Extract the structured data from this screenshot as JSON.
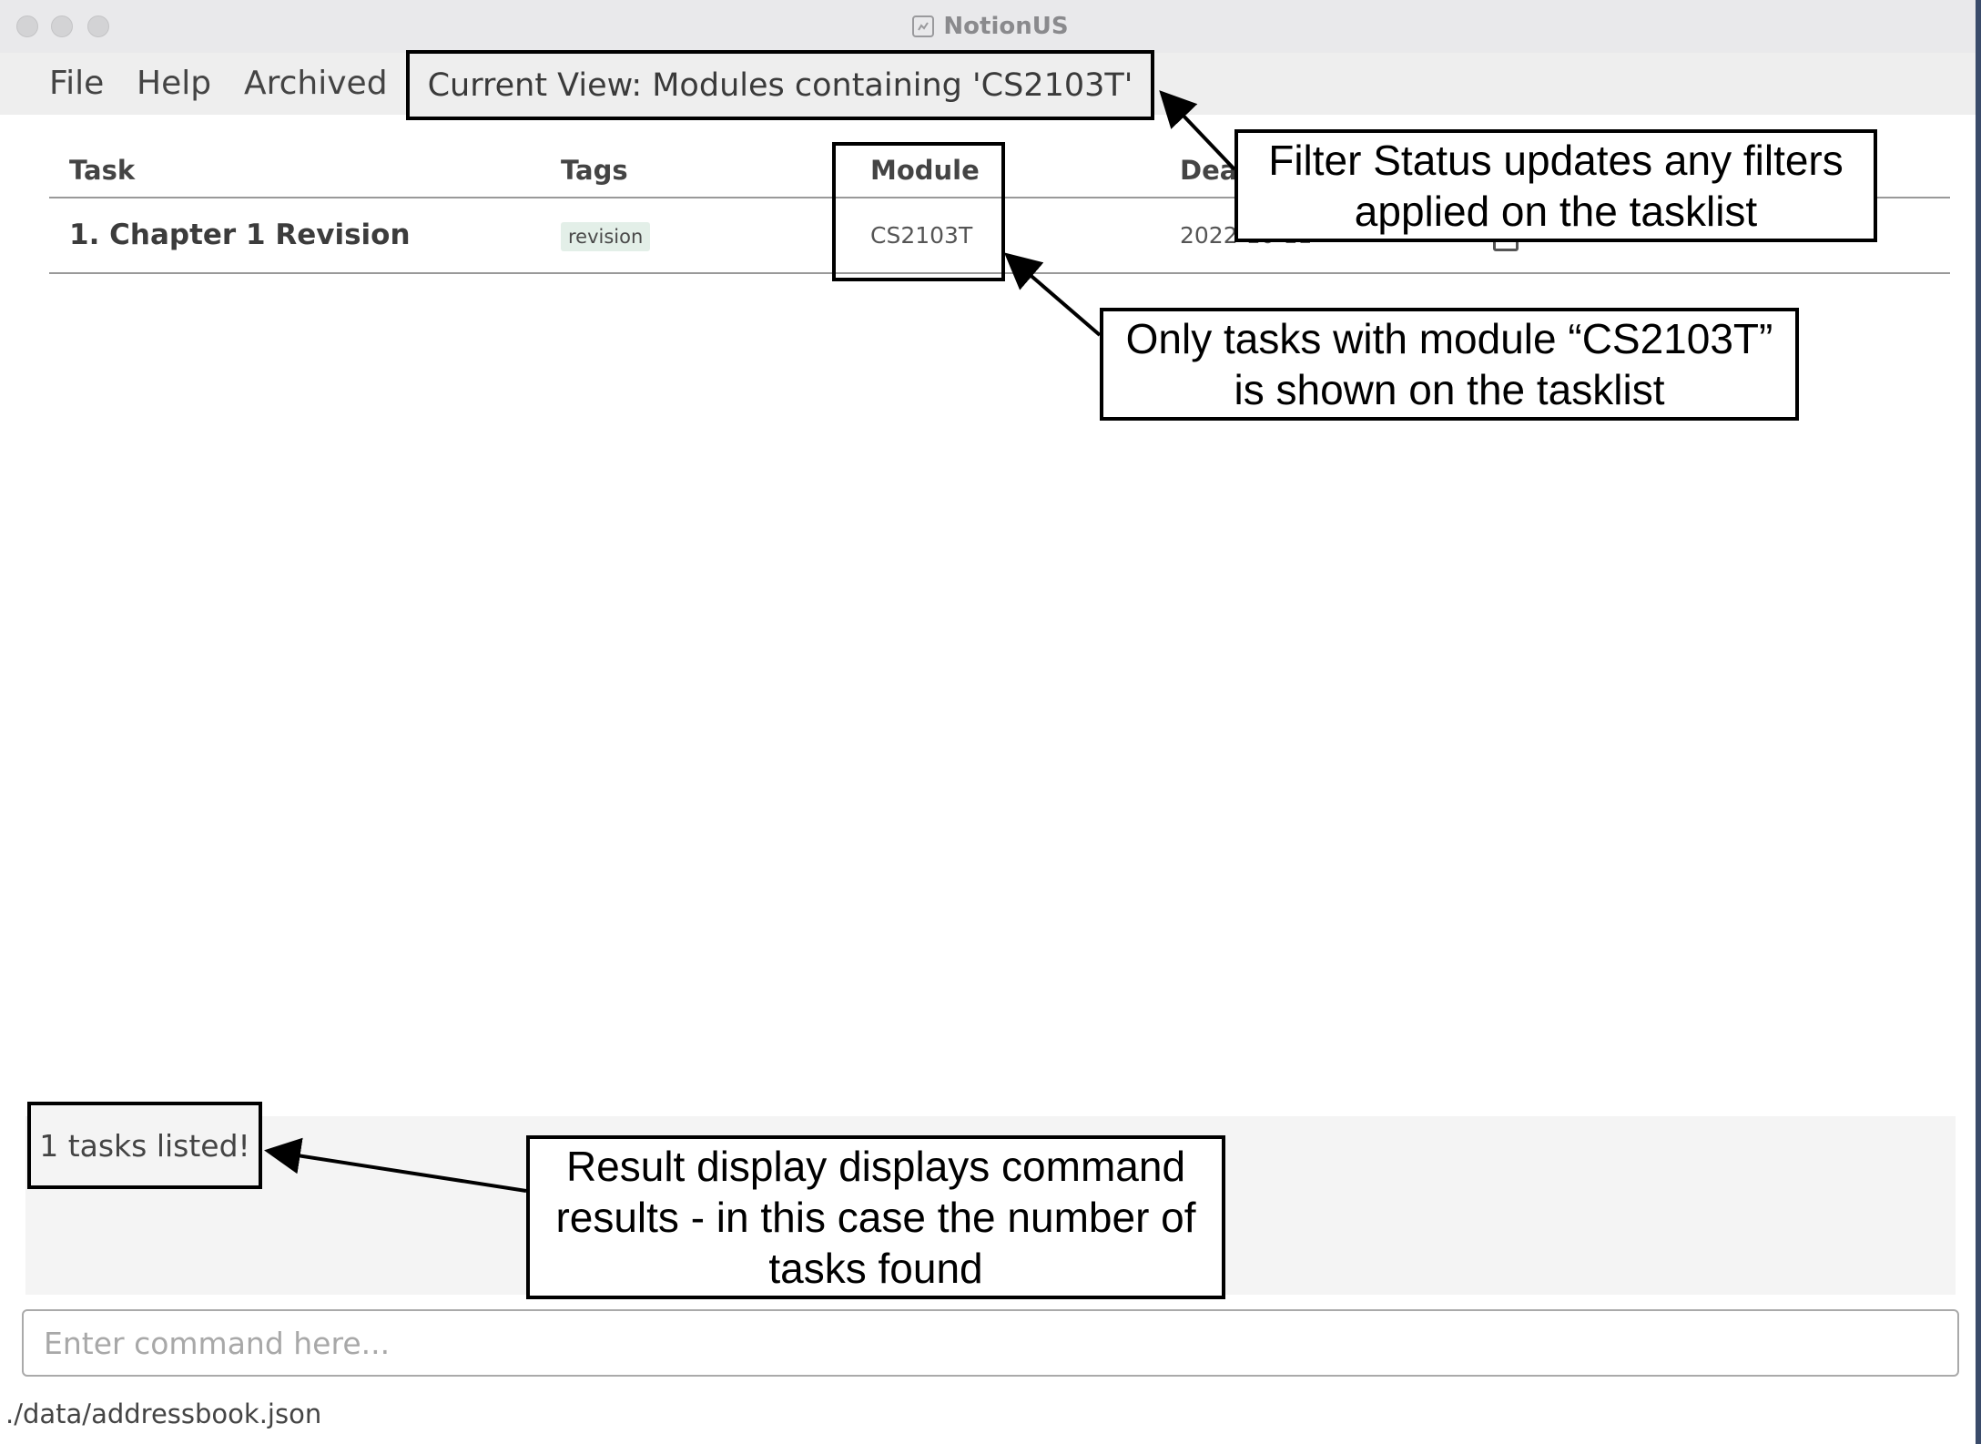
{
  "window": {
    "title": "NotionUS"
  },
  "menu": {
    "file": "File",
    "help": "Help",
    "archived": "Archived"
  },
  "filter_status": "Current View: Modules containing 'CS2103T'",
  "table": {
    "headers": {
      "task": "Task",
      "tags": "Tags",
      "module": "Module",
      "deadline": "Dea"
    },
    "rows": [
      {
        "task": "1. Chapter 1 Revision",
        "tag": "revision",
        "module": "CS2103T",
        "deadline": "2022-10-11"
      }
    ]
  },
  "result_display": "1 tasks listed!",
  "command_box": {
    "placeholder": "Enter command here..."
  },
  "status_bar": {
    "path": "./data/addressbook.json"
  },
  "annotations": {
    "filter_line1": "Filter Status updates any filters",
    "filter_line2": "applied on the tasklist",
    "module_line1": "Only tasks with module “CS2103T”",
    "module_line2": "is shown on the tasklist",
    "result_line1": "Result display displays command",
    "result_line2": "results - in this case the number of",
    "result_line3": "tasks found"
  },
  "colors": {
    "result_background": "#f4f4f4",
    "tag_background": "#e3efe8",
    "annotation_border": "#000000"
  },
  "icons": [
    "close-icon",
    "minimize-icon",
    "maximize-icon",
    "app-icon",
    "checkbox-icon"
  ]
}
